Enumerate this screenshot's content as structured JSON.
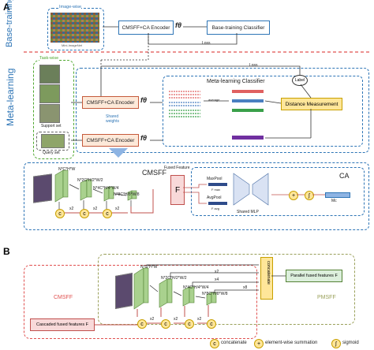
{
  "panel_a": {
    "letter": "A",
    "base_training_label": "Base-training",
    "meta_learning_label": "Meta-learning",
    "image_wise": "Image-wise",
    "mini_imagenet": "Mini-ImageNet",
    "encoder_top": "CMSFF+CA Encoder",
    "f_theta": "fθ",
    "base_classifier": "Base-training Classifier",
    "loss_top": "Loss",
    "task_wise": "Task-wise",
    "support_set": "Support set",
    "query_set": "Query set",
    "encoder_support": "CMSFF+CA Encoder",
    "encoder_query": "CMSFF+CA Encoder",
    "shared_weights": "Shared weights",
    "meta_classifier": "Meta-learning Classifier",
    "label": "Label",
    "loss_meta": "Loss",
    "average": "average",
    "distance": "Distance Measurement"
  },
  "cmsff_detail": {
    "title": "CMSFF",
    "dims": [
      "N*C*H*W",
      "N*2C*H/2*W/2",
      "N*4C*H/4*W/4",
      "N*8C*H/8*W/8"
    ],
    "x2": [
      "x2",
      "x2",
      "x2"
    ],
    "c": "c",
    "fused_feature": "Fused Feature",
    "F": "F"
  },
  "ca_detail": {
    "title": "CA",
    "maxpool": "MaxPool",
    "avgpool": "AvgPool",
    "fmax": "F max",
    "favg": "F avg",
    "shared_mlp": "Shared MLP",
    "mc": "Mc",
    "plus": "+",
    "sigma": "∫"
  },
  "panel_b": {
    "letter": "B",
    "dims": [
      "N*C*H*W",
      "N*2C*H/2*W/2",
      "N*4C*H/4*W/4",
      "N*8C*H/8*W/8"
    ],
    "x_labels": [
      "x2",
      "x4",
      "x8"
    ],
    "x2": [
      "x2",
      "x2",
      "x2"
    ],
    "concatenate_bar": "concatenate",
    "parallel_output": "Parallel fused features F",
    "cmsff": "CMSFF",
    "pmsff": "PMSFF",
    "cascaded_output": "Cascaded fused features F",
    "c": "c"
  },
  "legend": {
    "c_symbol": "c",
    "c_text": "concatenate",
    "plus_symbol": "+",
    "plus_text": "element-wise summation",
    "sig_symbol": "∫",
    "sig_text": "sigmoid"
  }
}
